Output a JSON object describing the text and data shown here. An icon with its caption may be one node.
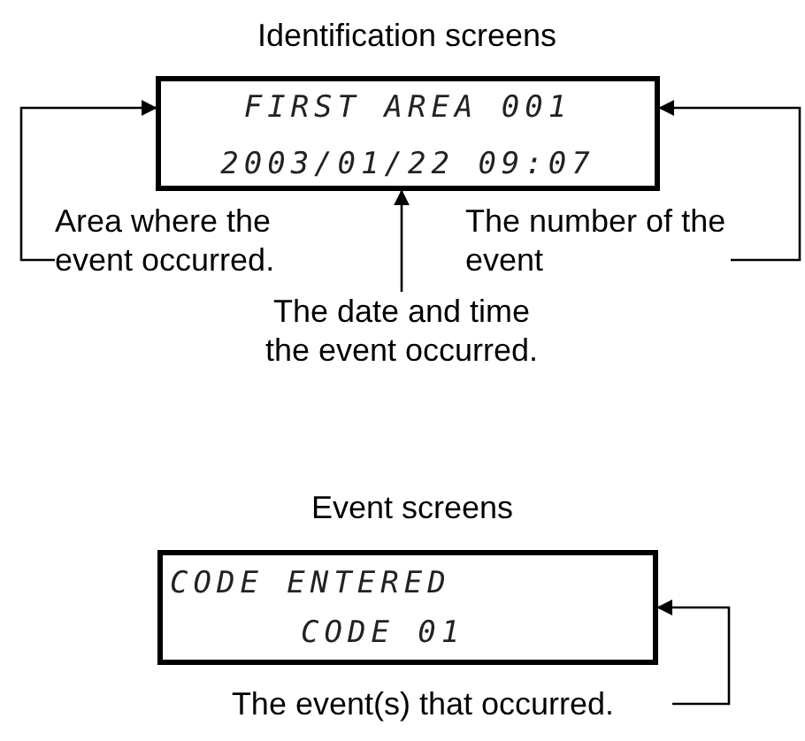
{
  "diagram": {
    "nodes": [
      {
        "text": [
          "FIRST AREA 001",
          "2003/01/22 09:07"
        ]
      },
      {
        "text": [
          "Area where the event occurred."
        ]
      },
      {
        "text": [
          "The date and time the event occurred."
        ]
      },
      {
        "text": [
          "The number of the event"
        ]
      },
      {
        "text": [
          "CODE ENTERED",
          "CODE 01"
        ]
      },
      {
        "text": [
          "The event(s) that occurred."
        ]
      }
    ],
    "edges": [
      {
        "from": 1,
        "to": 0,
        "arrow": "to"
      },
      {
        "from": 2,
        "to": 0,
        "arrow": "to"
      },
      {
        "from": 3,
        "to": 0,
        "arrow": "to"
      },
      {
        "from": 5,
        "to": 4,
        "arrow": "to"
      }
    ],
    "labels": [
      "Identification screens",
      "Event screens"
    ]
  }
}
